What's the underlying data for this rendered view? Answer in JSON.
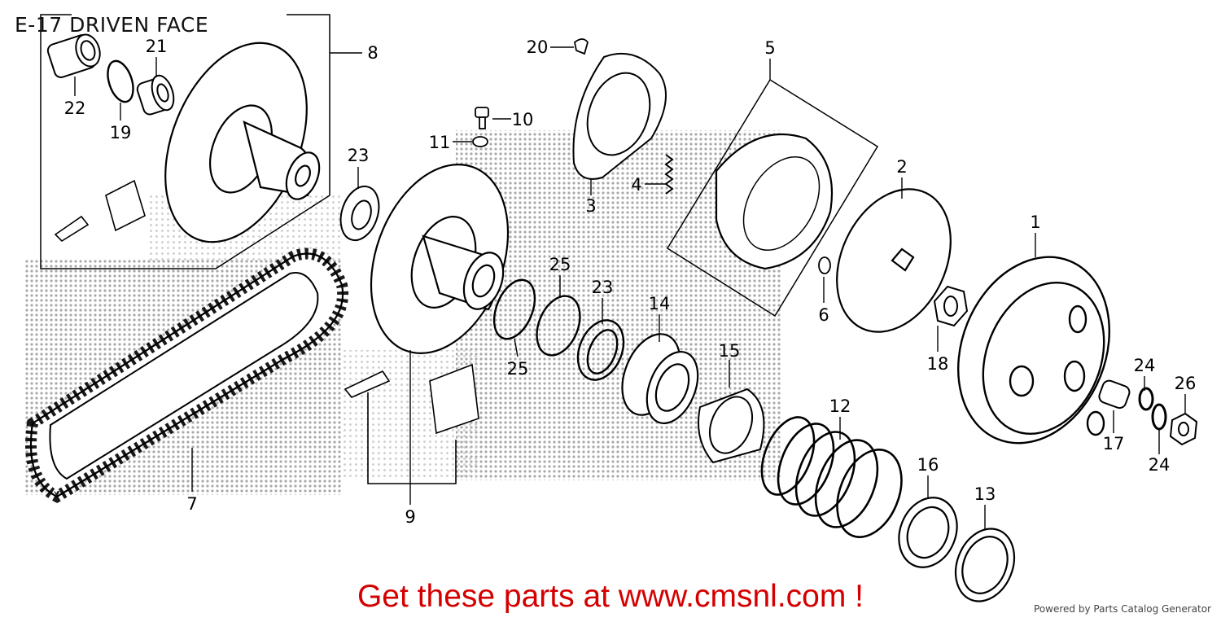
{
  "diagram": {
    "title": "E-17 DRIVEN FACE",
    "callouts": [
      {
        "id": "c22",
        "label": "22"
      },
      {
        "id": "c21",
        "label": "21"
      },
      {
        "id": "c19",
        "label": "19"
      },
      {
        "id": "c8",
        "label": "8"
      },
      {
        "id": "c20",
        "label": "20"
      },
      {
        "id": "c5",
        "label": "5"
      },
      {
        "id": "c10",
        "label": "10"
      },
      {
        "id": "c11",
        "label": "11"
      },
      {
        "id": "c23a",
        "label": "23"
      },
      {
        "id": "c3",
        "label": "3"
      },
      {
        "id": "c4",
        "label": "4"
      },
      {
        "id": "c2",
        "label": "2"
      },
      {
        "id": "c1",
        "label": "1"
      },
      {
        "id": "c25a",
        "label": "25"
      },
      {
        "id": "c23b",
        "label": "23"
      },
      {
        "id": "c14",
        "label": "14"
      },
      {
        "id": "c6",
        "label": "6"
      },
      {
        "id": "c18",
        "label": "18"
      },
      {
        "id": "c25b",
        "label": "25"
      },
      {
        "id": "c15",
        "label": "15"
      },
      {
        "id": "c24a",
        "label": "24"
      },
      {
        "id": "c26",
        "label": "26"
      },
      {
        "id": "c12",
        "label": "12"
      },
      {
        "id": "c17",
        "label": "17"
      },
      {
        "id": "c24b",
        "label": "24"
      },
      {
        "id": "c16",
        "label": "16"
      },
      {
        "id": "c7",
        "label": "7"
      },
      {
        "id": "c13",
        "label": "13"
      },
      {
        "id": "c9",
        "label": "9"
      }
    ]
  },
  "footer": {
    "promo": "Get these parts at www.cmsnl.com !",
    "powered": "Powered by Parts Catalog Generator"
  }
}
